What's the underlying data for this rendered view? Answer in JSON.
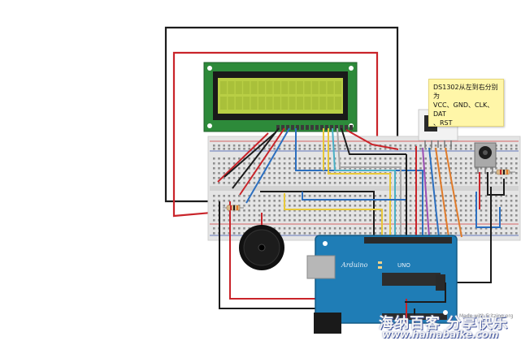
{
  "note": {
    "line1": "DS1302从左到右分别",
    "line2": "为",
    "line3": "VCC、GND、CLK、DAT",
    "line4": "、RST"
  },
  "arduino": {
    "brand": "Arduino",
    "model": "UNO"
  },
  "credit": "Made with  Fritzing.org",
  "watermark": {
    "title": "海纳百客 分享快乐",
    "url": "www.hainabaike.com"
  },
  "colors": {
    "breadboard": "#e4e4e4",
    "arduino": "#1f7db6",
    "lcd_screen": "#b9cf45",
    "wire_red": "#c9242a",
    "wire_black": "#1c1c1c",
    "wire_blue": "#2c6fbf",
    "wire_yellow": "#e8c838",
    "wire_orange": "#e07b2a",
    "wire_purple": "#9b4fb4",
    "wire_cyan": "#4ab0c6",
    "wire_grey": "#a7a7a7",
    "note_bg": "#fff6a8"
  }
}
